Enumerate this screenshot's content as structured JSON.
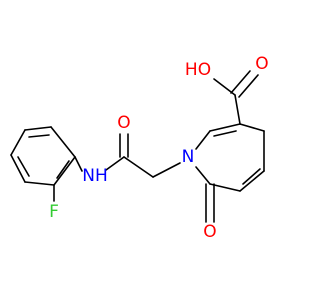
{
  "molecule": {
    "atom_labels": {
      "hydroxyl": "HO",
      "carboxyl_oxygen": "O",
      "amide_oxygen": "O",
      "ring_nitrogen": "N",
      "amide_nitrogen": "NH",
      "fluorine": "F",
      "ketone_oxygen": "O"
    },
    "colors": {
      "bond": "#000000",
      "oxygen": "#ff0000",
      "nitrogen": "#0000ff",
      "fluorine": "#33cc33",
      "carbon": "#000000"
    }
  }
}
